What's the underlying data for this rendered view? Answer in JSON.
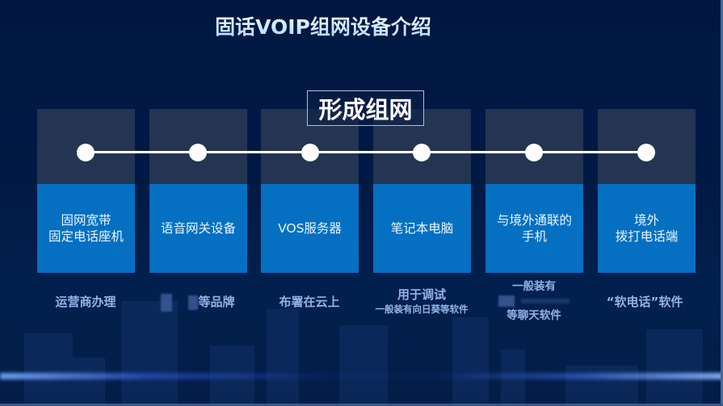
{
  "title": "固话VOIP组网设备介绍",
  "subtitle": "形成组网",
  "colors": {
    "background": "#01173d",
    "card_top": "#233552",
    "card_bottom": "#0570c1",
    "note_text": "#8fb3e6",
    "timeline": "#ffffff"
  },
  "columns": [
    {
      "label_line1": "固网宽带",
      "label_line2": "固定电话座机",
      "note_line1": "运营商办理",
      "note_line2": ""
    },
    {
      "label_line1": "语音网关设备",
      "label_line2": "",
      "note_line1": "等品牌",
      "note_line2": ""
    },
    {
      "label_line1": "VOS服务器",
      "label_line2": "",
      "note_line1": "布署在云上",
      "note_line2": ""
    },
    {
      "label_line1": "笔记本电脑",
      "label_line2": "",
      "note_line1": "用于调试",
      "note_line2": "一般装有向日葵等软件"
    },
    {
      "label_line1": "与境外通联的",
      "label_line2": "手机",
      "note_line1": "一般装有",
      "note_line2": "等聊天软件"
    },
    {
      "label_line1": "境外",
      "label_line2": "拨打电话端",
      "note_line1": "“软电话”软件",
      "note_line2": ""
    }
  ]
}
